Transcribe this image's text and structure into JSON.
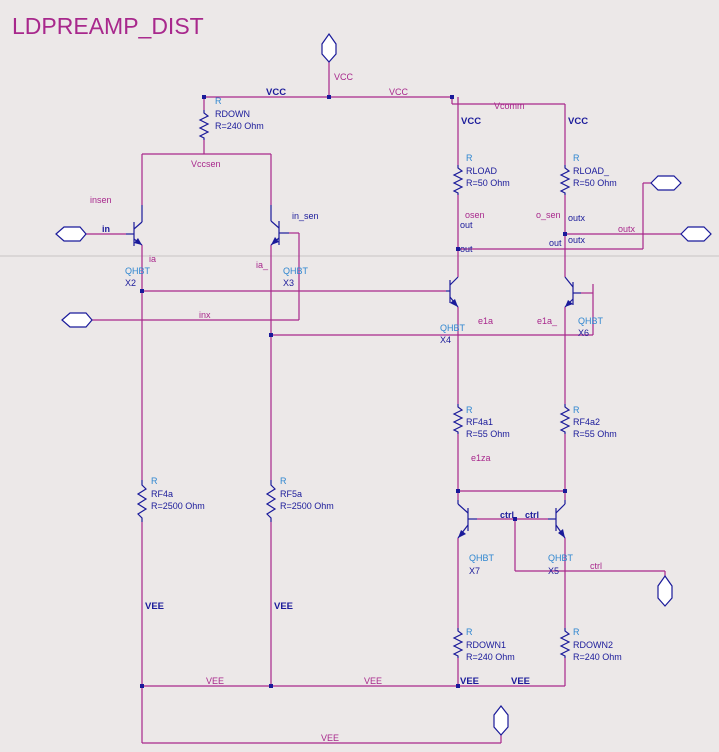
{
  "title": "LDPREAMP_DIST",
  "net_labels": {
    "vcc": "VCC",
    "vccsen": "Vccsen",
    "vcomm": "Vcomm",
    "insen": "insen",
    "in": "in",
    "ia": "ia",
    "ia_": "ia_",
    "in_sen": "in_sen",
    "osen": "osen",
    "o_sen": "o_sen",
    "out": "out",
    "outx": "outx",
    "inx": "inx",
    "e1a": "e1a",
    "e1a_": "e1a_",
    "e1za": "e1za",
    "ctrl": "ctrl",
    "vee": "VEE"
  },
  "resistors": [
    {
      "type": "R",
      "name": "RDOWN",
      "value": "R=240 Ohm"
    },
    {
      "type": "R",
      "name": "RLOAD",
      "value": "R=50 Ohm"
    },
    {
      "type": "R",
      "name": "RLOAD_",
      "value": "R=50 Ohm"
    },
    {
      "type": "R",
      "name": "RF4a1",
      "value": "R=55 Ohm"
    },
    {
      "type": "R",
      "name": "RF4a2",
      "value": "R=55 Ohm"
    },
    {
      "type": "R",
      "name": "RF4a",
      "value": "R=2500 Ohm"
    },
    {
      "type": "R",
      "name": "RF5a",
      "value": "R=2500 Ohm"
    },
    {
      "type": "R",
      "name": "RDOWN1",
      "value": "R=240 Ohm"
    },
    {
      "type": "R",
      "name": "RDOWN2",
      "value": "R=240 Ohm"
    }
  ],
  "transistors": [
    {
      "model": "QHBT",
      "name": "X2"
    },
    {
      "model": "QHBT",
      "name": "X3"
    },
    {
      "model": "QHBT",
      "name": "X4"
    },
    {
      "model": "QHBT",
      "name": "X6"
    },
    {
      "model": "QHBT",
      "name": "X7"
    },
    {
      "model": "QHBT",
      "name": "X5"
    }
  ]
}
